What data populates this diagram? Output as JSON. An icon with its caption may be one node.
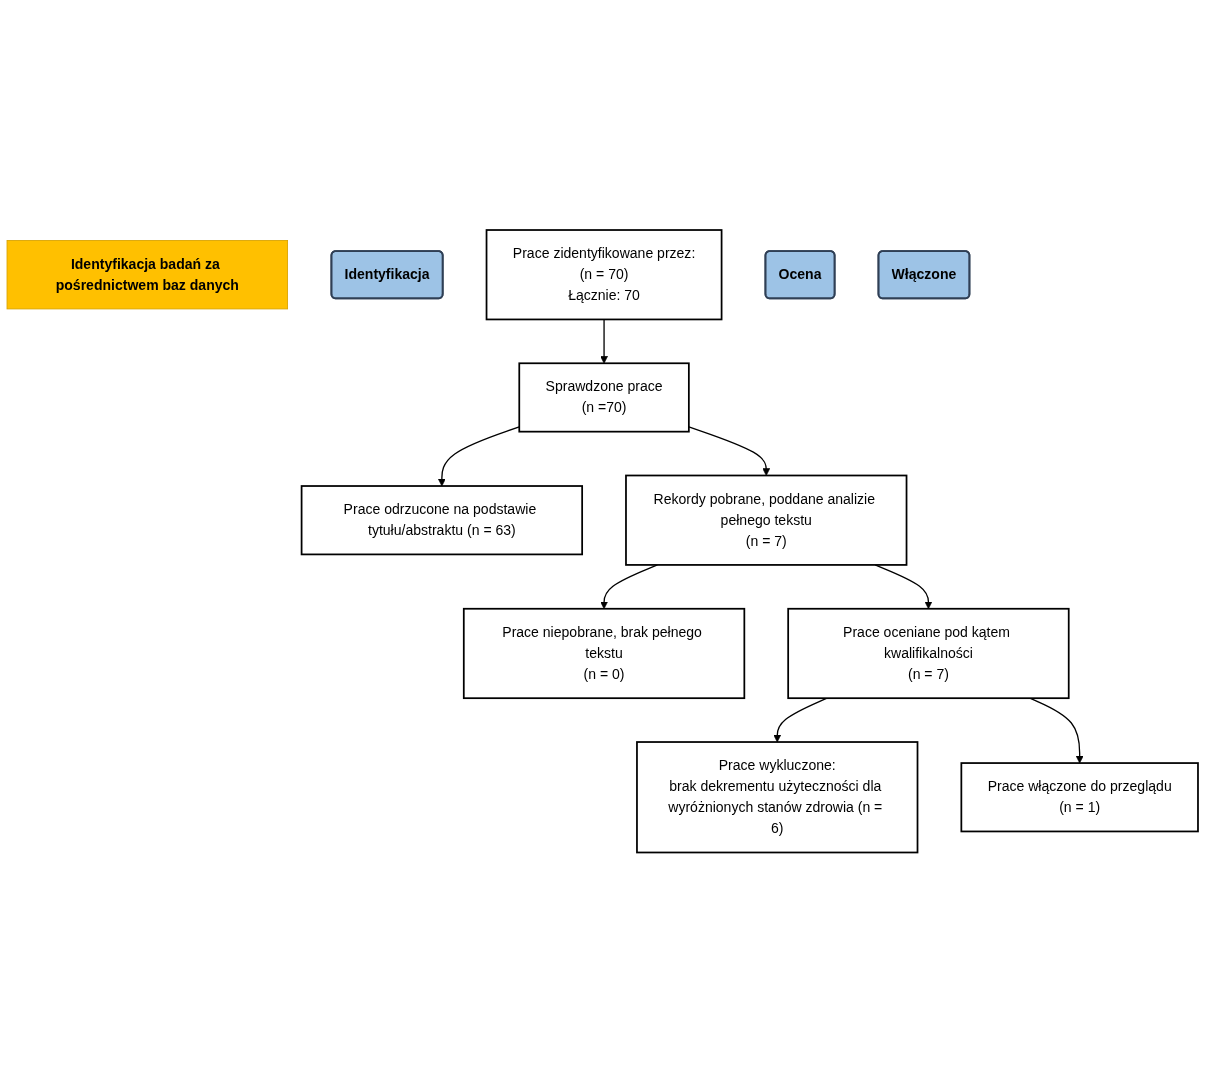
{
  "diagram": {
    "nodes": [
      {
        "text": [
          "Identyfikacja badań za pośrednictwem baz danych"
        ]
      },
      {
        "text": [
          "Identyfikacja"
        ]
      },
      {
        "text": [
          "Prace zidentyfikowane przez:",
          "(n = 70)",
          "Łącznie: 70"
        ]
      },
      {
        "text": [
          "Ocena"
        ]
      },
      {
        "text": [
          "Sprawdzone prace",
          "(n =70)"
        ]
      },
      {
        "text": [
          "Prace odrzucone na podstawie tytułu/abstraktu (n = 63)"
        ]
      },
      {
        "text": [
          "Rekordy pobrane, poddane analizie pełnego tekstu",
          "(n = 7)"
        ]
      },
      {
        "text": [
          "Prace niepobrane, brak pełnego tekstu",
          "(n = 0)"
        ]
      },
      {
        "text": [
          "Prace oceniane pod kątem kwalifikalności",
          "(n = 7)"
        ]
      },
      {
        "text": [
          "Prace wykluczone:",
          "brak dekrementu użyteczności dla wyróżnionych stanów zdrowia (n = 6)"
        ]
      },
      {
        "text": [
          "Włączone"
        ]
      },
      {
        "text": [
          "Prace włączone do przeglądu",
          "(n = 1)"
        ]
      }
    ],
    "edges": [
      {
        "from": 2,
        "to": 4,
        "arrow": "to"
      },
      {
        "from": 4,
        "to": 5,
        "arrow": "to"
      },
      {
        "from": 4,
        "to": 6,
        "arrow": "to"
      },
      {
        "from": 6,
        "to": 7,
        "arrow": "to"
      },
      {
        "from": 6,
        "to": 8,
        "arrow": "to"
      },
      {
        "from": 8,
        "to": 9,
        "arrow": "to"
      },
      {
        "from": 8,
        "to": 11,
        "arrow": "to"
      }
    ]
  }
}
